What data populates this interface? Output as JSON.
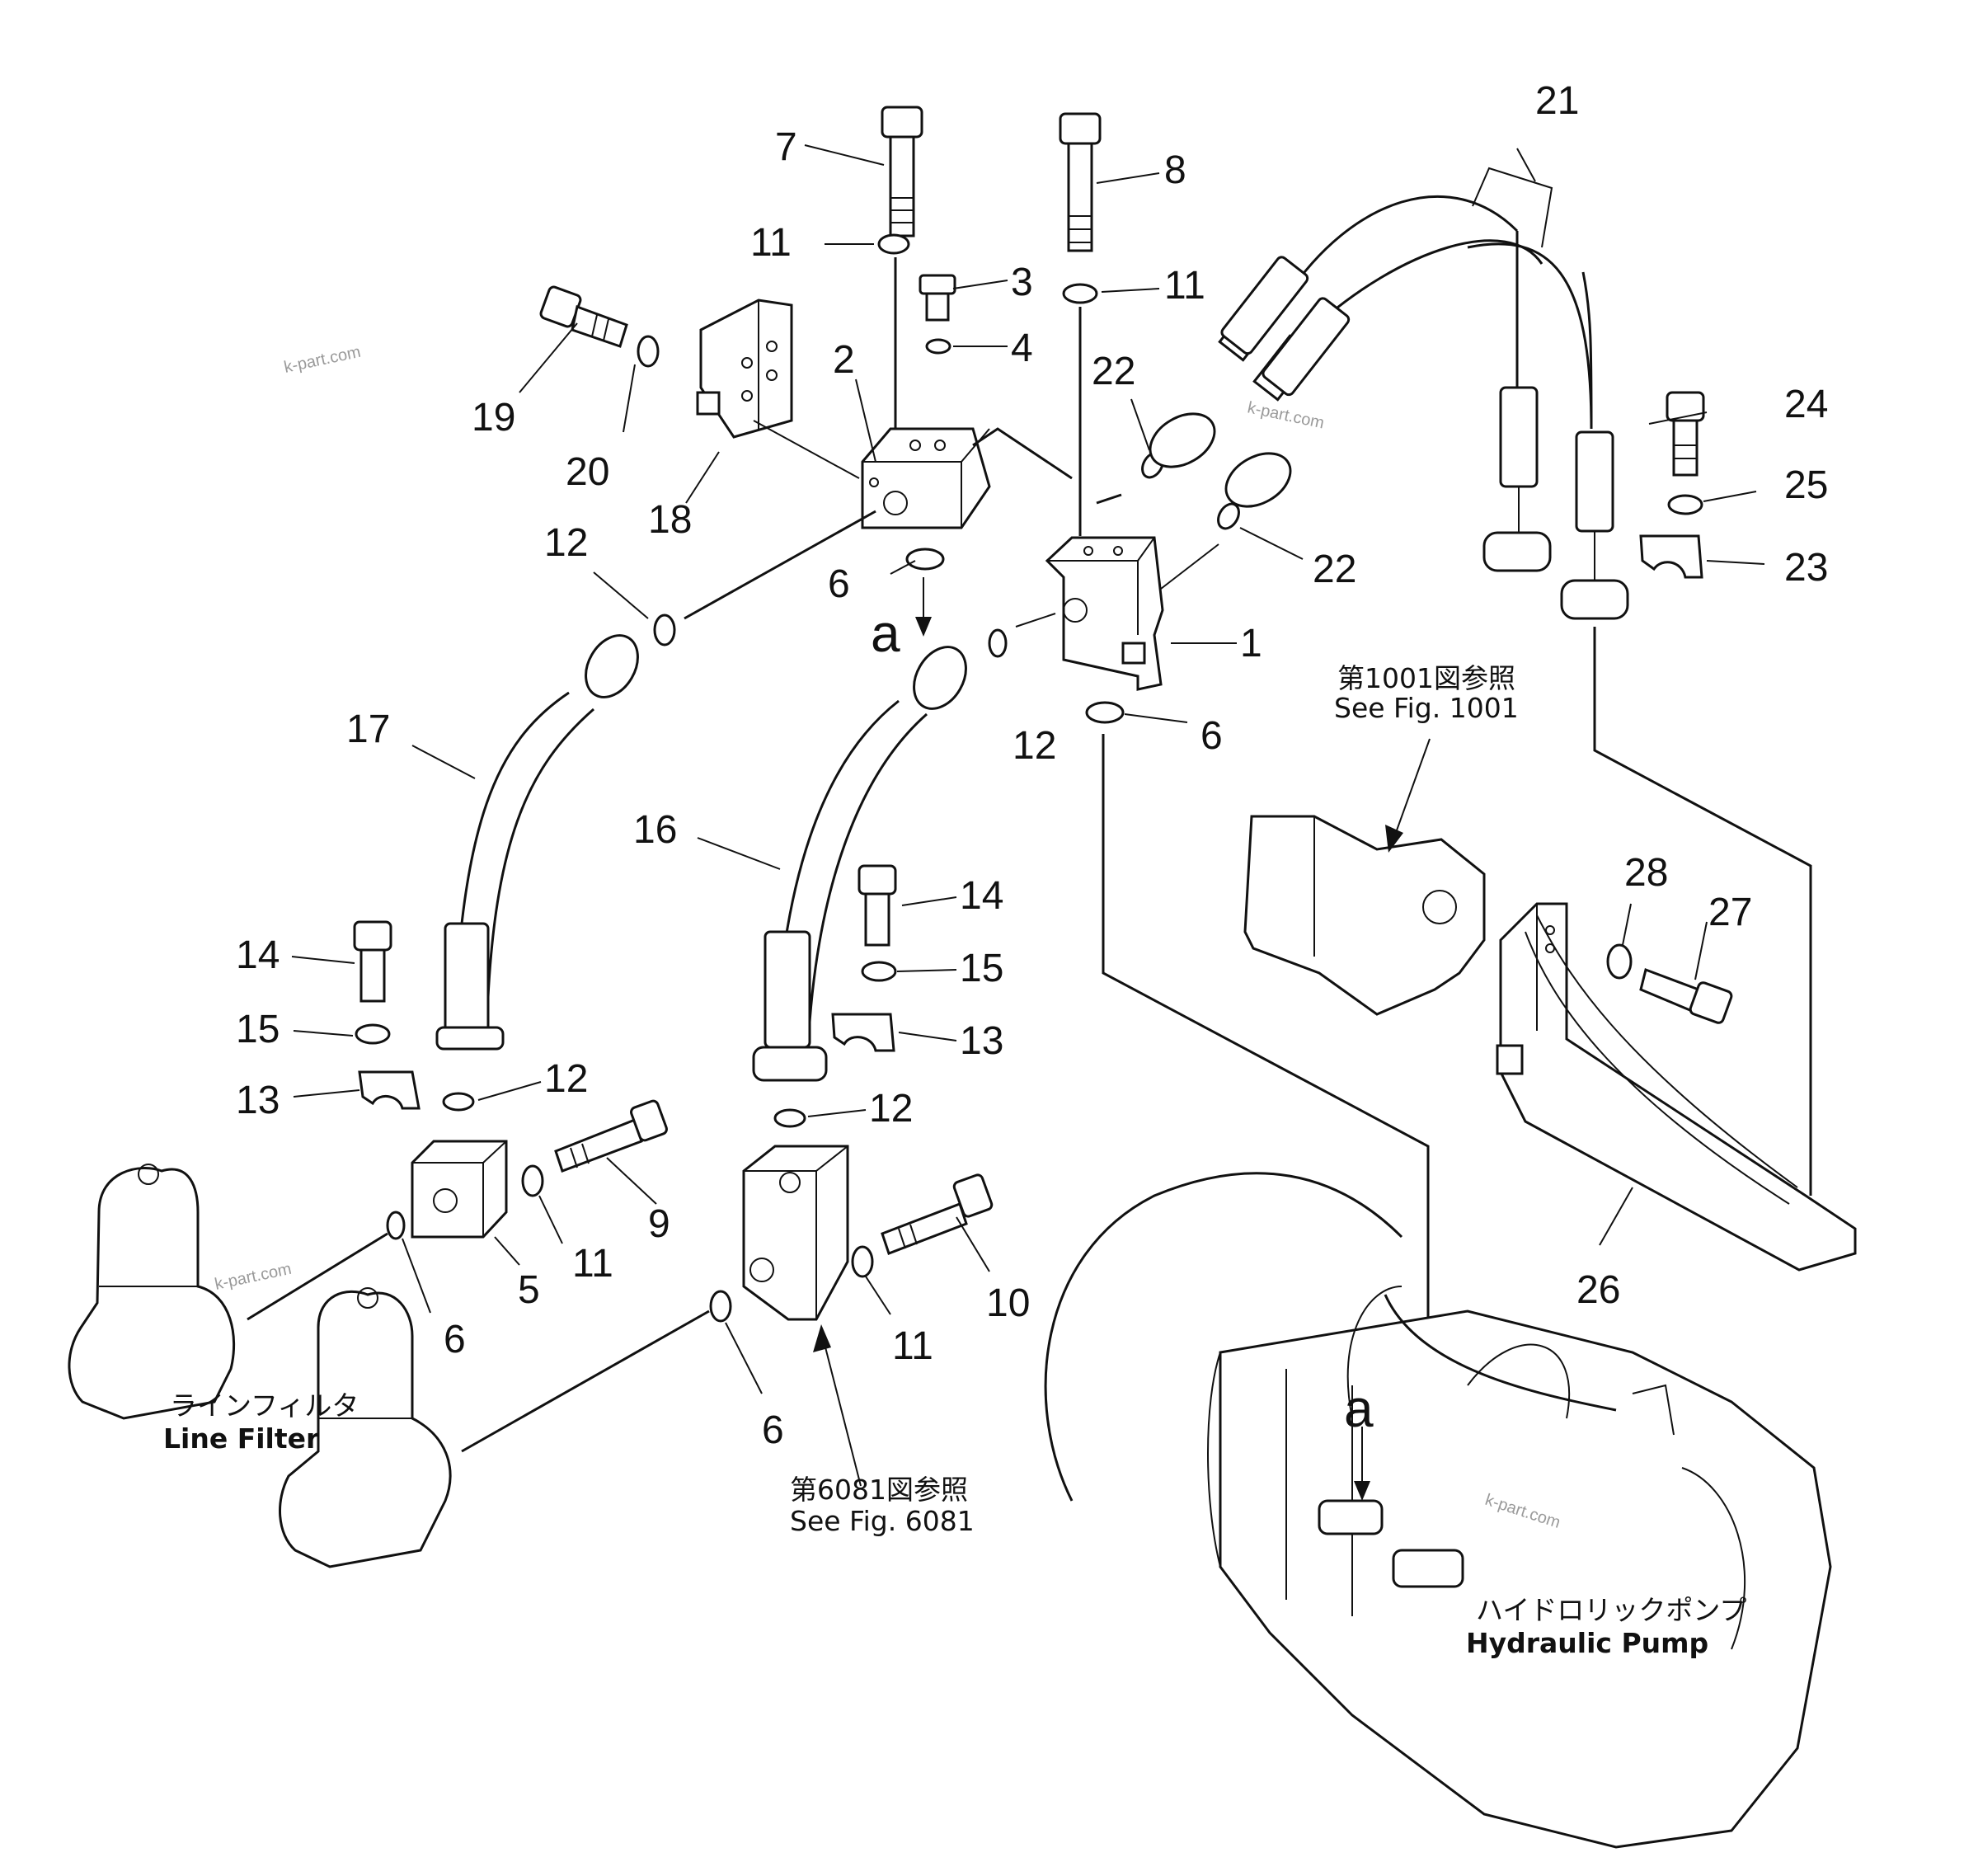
{
  "callouts": [
    "1",
    "2",
    "3",
    "4",
    "5",
    "6",
    "7",
    "8",
    "9",
    "10",
    "11",
    "12",
    "13",
    "14",
    "15",
    "16",
    "17",
    "18",
    "19",
    "20",
    "21",
    "22",
    "23",
    "24",
    "25",
    "26",
    "27",
    "28"
  ],
  "detail_marker": "a",
  "refs": {
    "fig1001_jp": "第1001図参照",
    "fig1001_en": "See  Fig.  1001",
    "fig6081_jp": "第6081図参照",
    "fig6081_en": "See  Fig.  6081"
  },
  "components": {
    "line_filter_jp": "ラインフィルタ",
    "line_filter_en": "Line  Filter",
    "hydraulic_pump_jp": "ハイドロリックポンプ",
    "hydraulic_pump_en": "Hydraulic  Pump"
  },
  "watermark": "k-part.com"
}
